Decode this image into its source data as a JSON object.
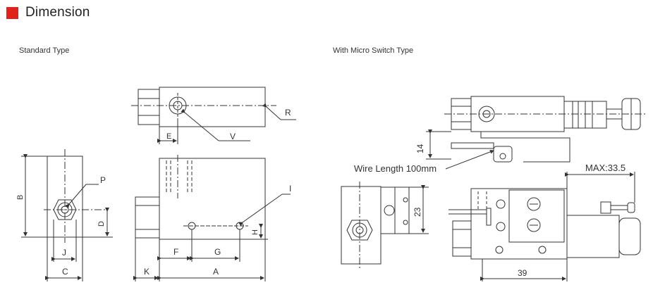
{
  "header": {
    "title": "Dimension",
    "accent_color": "#e0221b"
  },
  "standard_type": {
    "label": "Standard Type",
    "dims": {
      "A": "A",
      "B": "B",
      "C": "C",
      "D": "D",
      "E": "E",
      "F": "F",
      "G": "G",
      "H": "H",
      "I": "I",
      "J": "J",
      "K": "K",
      "P": "P",
      "R": "R",
      "V": "V"
    }
  },
  "micro_switch_type": {
    "label": "With Micro Switch Type",
    "wire_length": "Wire Length 100mm",
    "max_label": "MAX:33.5",
    "dim_14": "14",
    "dim_23": "23",
    "dim_39": "39"
  }
}
